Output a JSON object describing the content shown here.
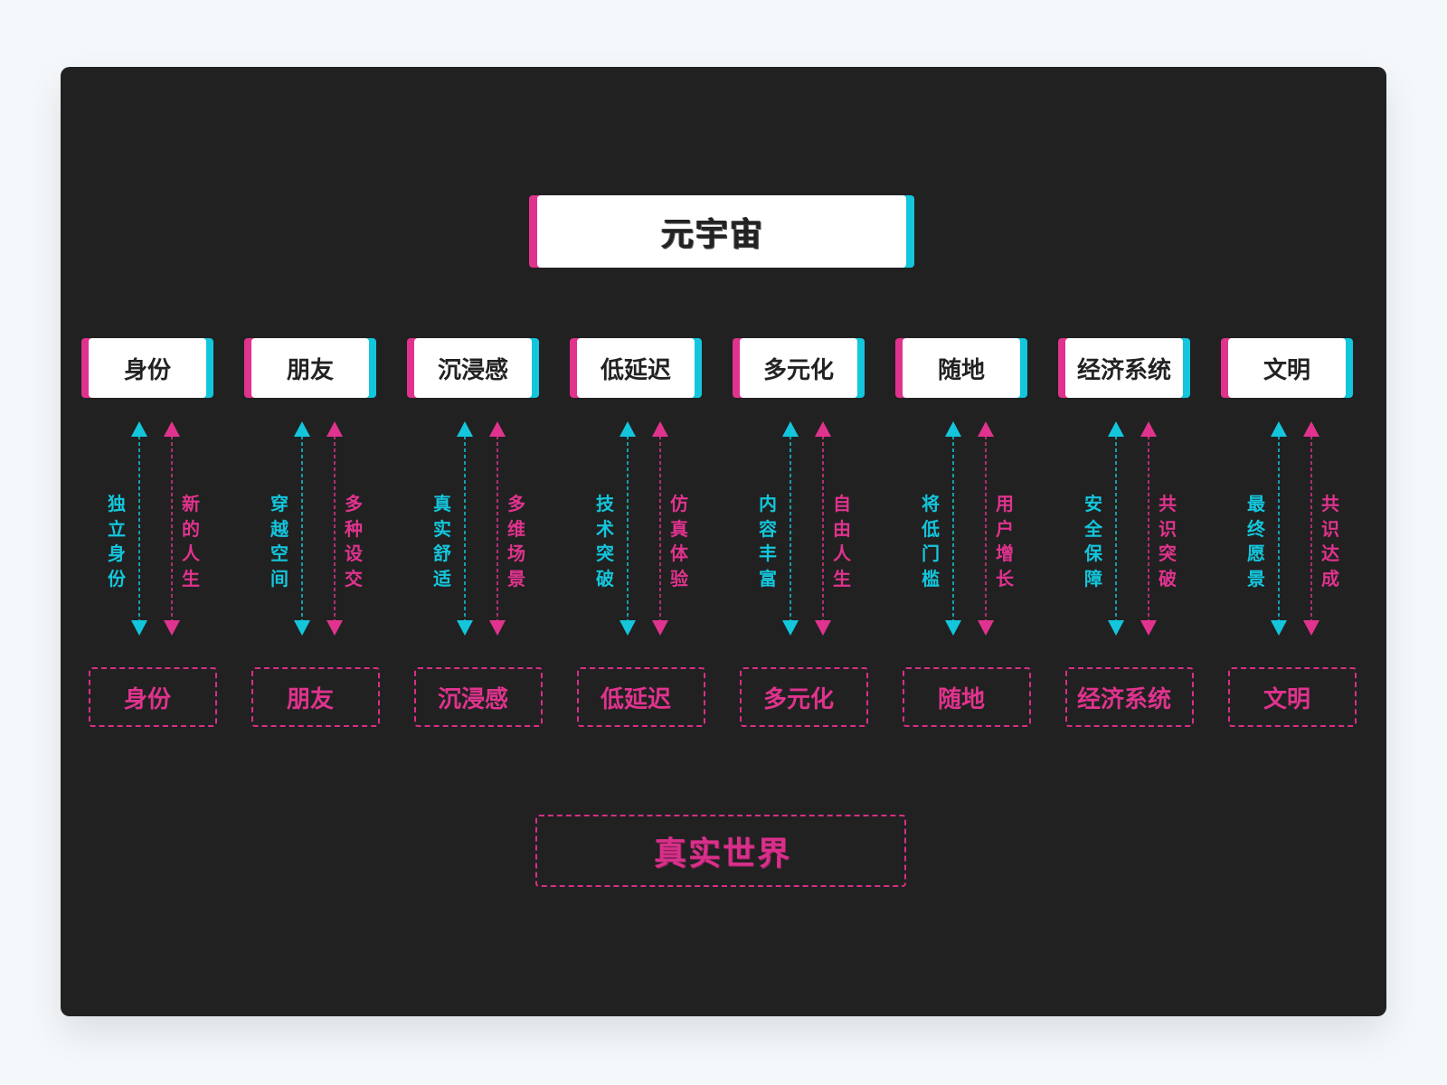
{
  "colors": {
    "pink": "#e0338e",
    "cyan": "#13c6dc",
    "background": "#212121"
  },
  "top_title": "元宇宙",
  "bottom_title": "真实世界",
  "columns": [
    {
      "upper": "身份",
      "lower": "身份",
      "left_text": "独立身份",
      "right_text": "新的人生"
    },
    {
      "upper": "朋友",
      "lower": "朋友",
      "left_text": "穿越空间",
      "right_text": "多种设交"
    },
    {
      "upper": "沉浸感",
      "lower": "沉浸感",
      "left_text": "真实舒适",
      "right_text": "多维场景"
    },
    {
      "upper": "低延迟",
      "lower": "低延迟",
      "left_text": "技术突破",
      "right_text": "仿真体验"
    },
    {
      "upper": "多元化",
      "lower": "多元化",
      "left_text": "内容丰富",
      "right_text": "自由人生"
    },
    {
      "upper": "随地",
      "lower": "随地",
      "left_text": "将低门槛",
      "right_text": "用户增长"
    },
    {
      "upper": "经济系统",
      "lower": "经济系统",
      "left_text": "安全保障",
      "right_text": "共识突破"
    },
    {
      "upper": "文明",
      "lower": "文明",
      "left_text": "最终愿景",
      "right_text": "共识达成"
    }
  ]
}
